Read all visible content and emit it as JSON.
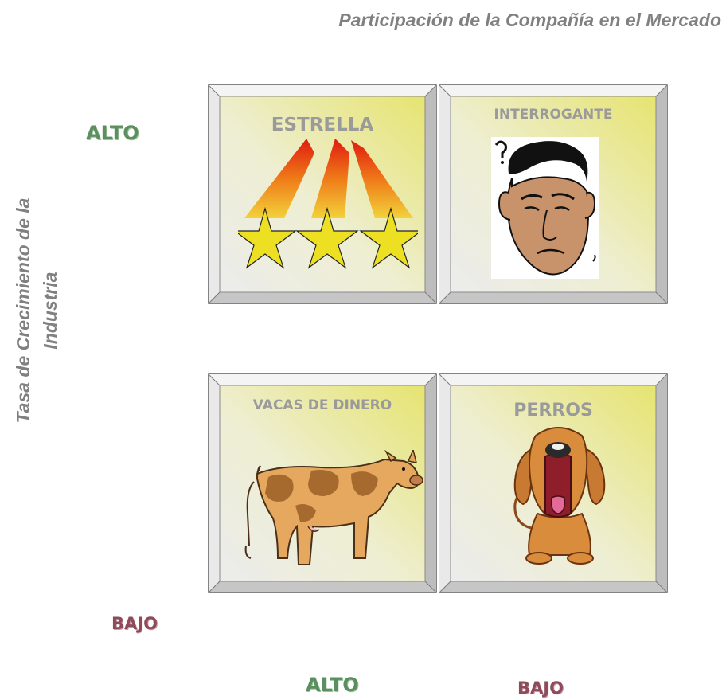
{
  "title": "Participación de la Compañía en el Mercado",
  "y_axis_title": "Tasa de Crecimiento de la Industria",
  "row_levels": {
    "top": "ALTO",
    "bottom": "BAJO"
  },
  "column_levels": {
    "left": "ALTO",
    "right": "BAJO"
  },
  "quadrants": {
    "top_left": {
      "label": "ESTRELLA",
      "icon": "stars-icon"
    },
    "top_right": {
      "label": "INTERROGANTE",
      "icon": "puzzled-face-icon"
    },
    "bottom_left": {
      "label": "VACAS DE DINERO",
      "icon": "cow-icon"
    },
    "bottom_right": {
      "label": "PERROS",
      "icon": "dog-icon"
    }
  },
  "colors": {
    "text_gray": "#808080",
    "high_green": "#5c8f60",
    "low_red": "#8e4b5b",
    "box_gradient_start": "#ececec",
    "box_gradient_end": "#e8e67a"
  }
}
